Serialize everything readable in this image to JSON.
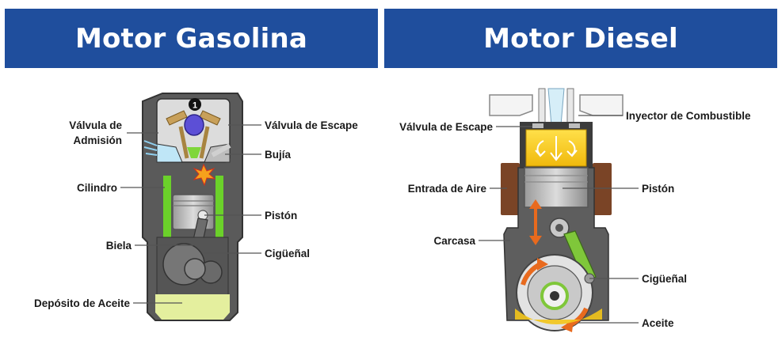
{
  "headers": {
    "gasoline": "Motor Gasolina",
    "diesel": "Motor Diesel"
  },
  "gasoline_labels": {
    "intake_valve_line1": "Válvula de",
    "intake_valve_line2": "Admisión",
    "exhaust_valve": "Válvula de Escape",
    "spark_plug": "Bujía",
    "cylinder": "Cilindro",
    "piston": "Pistón",
    "connecting_rod": "Biela",
    "crankshaft": "Cigüeñal",
    "oil_reservoir": "Depósito de Aceite"
  },
  "diesel_labels": {
    "exhaust_valve": "Válvula de Escape",
    "fuel_injector": "Inyector de Combustible",
    "air_intake": "Entrada de Aire",
    "piston": "Pistón",
    "housing": "Carcasa",
    "crankshaft": "Cigüeñal",
    "oil": "Aceite"
  },
  "colors": {
    "header_bg": "#1f4e9d",
    "header_text": "#ffffff",
    "engine_body": "#5a5a5a",
    "cylinder_liner": "#6bd12a",
    "oil": "#e4ef9e",
    "valve_gold": "#c8a05a",
    "cam_blue": "#5c4fd6",
    "diesel_chamber": "#f3c51a",
    "intake_brown": "#7a4426",
    "arrow_orange": "#e86a1e"
  },
  "icons": {
    "valve_order_marker": "circled-number-1-icon",
    "spark": "ignition-spark-icon",
    "motion": "orange-motion-arrow-icon"
  }
}
